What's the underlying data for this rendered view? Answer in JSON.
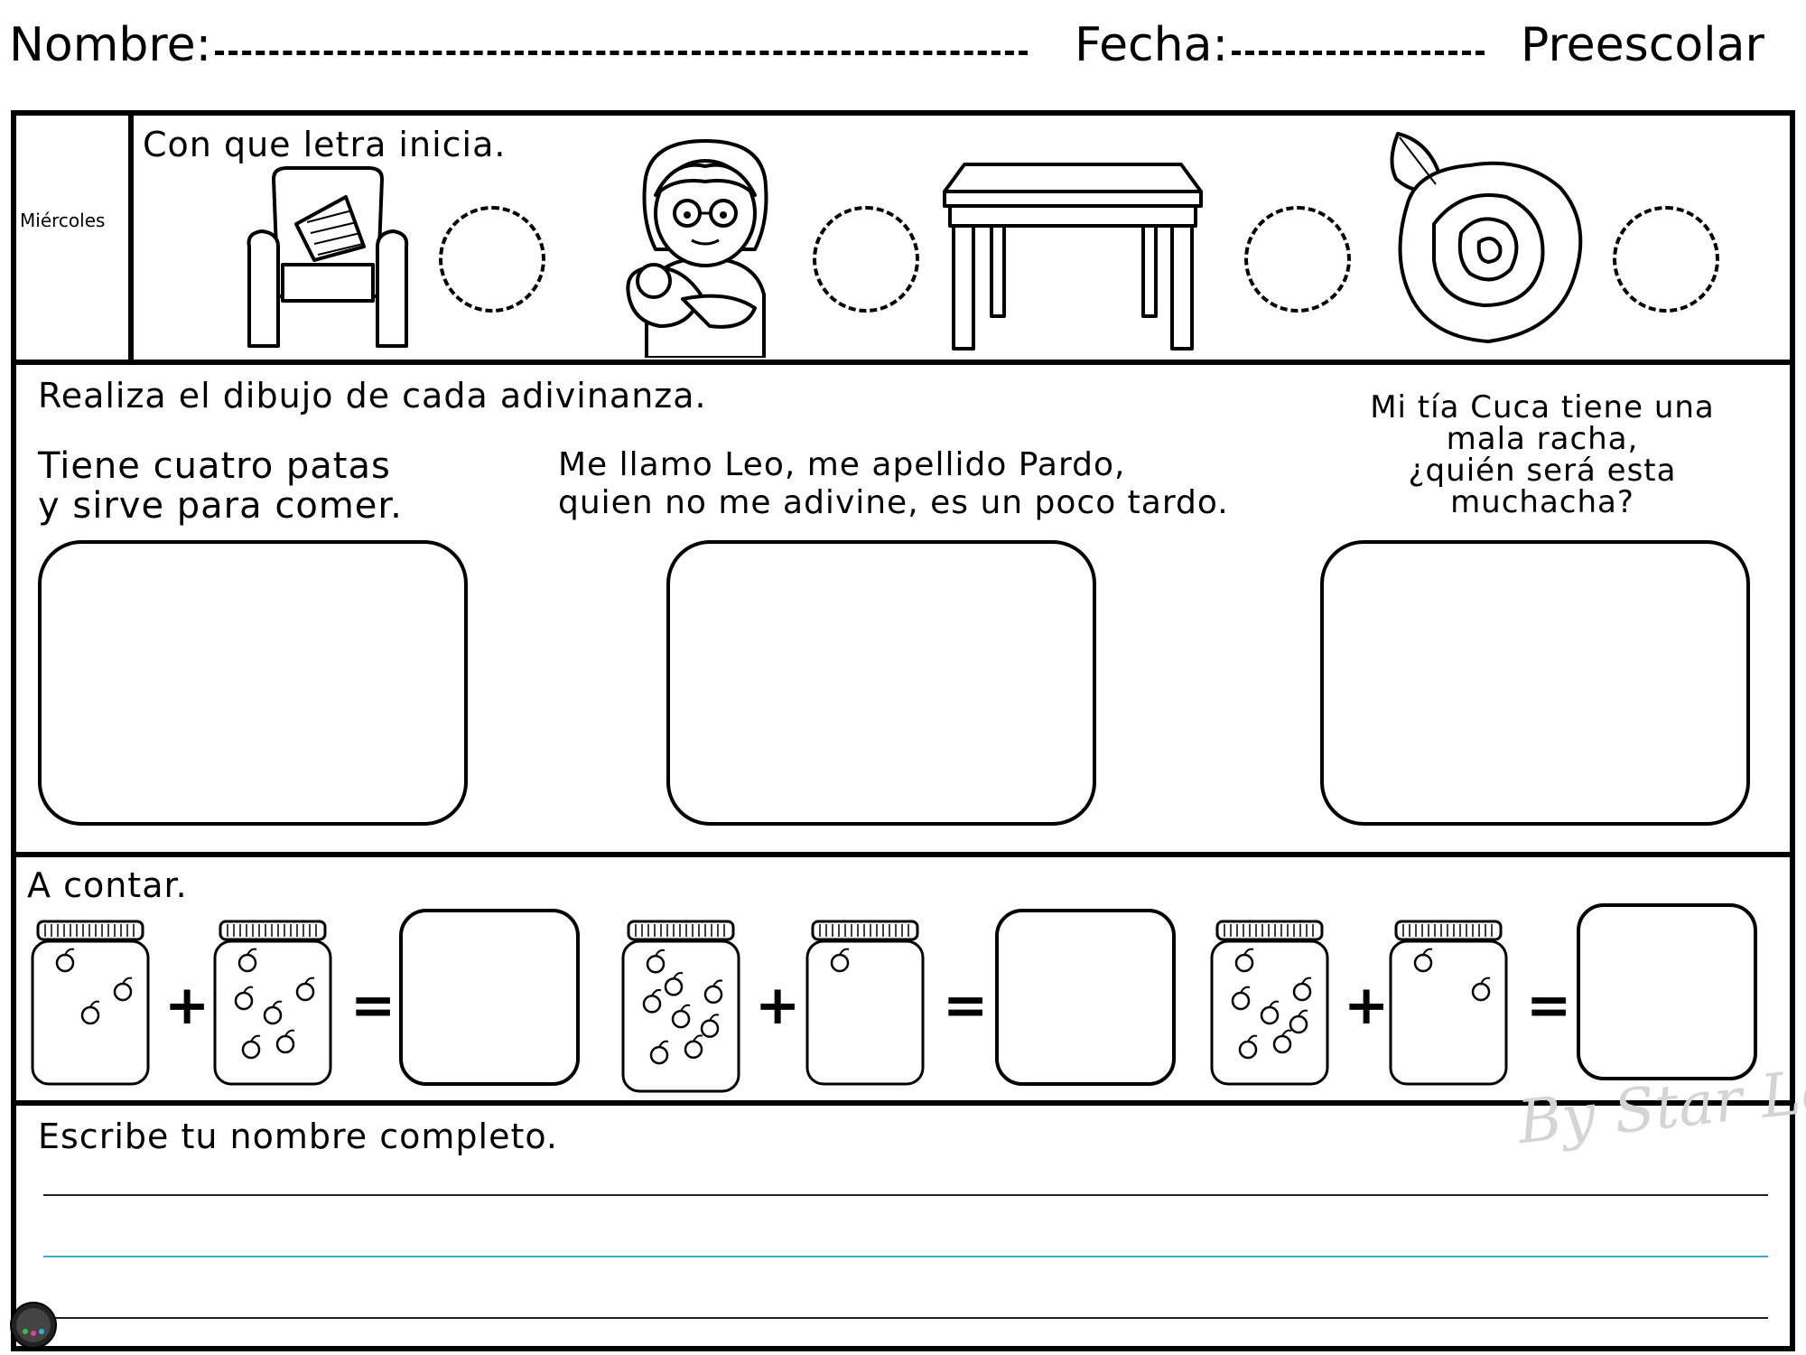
{
  "header": {
    "name_label": "Nombre:",
    "date_label": "Fecha:",
    "level": "Preescolar"
  },
  "section1": {
    "day": "Miércoles",
    "title": "Con que letra inicia.",
    "pictures": [
      {
        "icon": "armchair-icon"
      },
      {
        "icon": "grandmother-with-baby-icon"
      },
      {
        "icon": "table-icon"
      },
      {
        "icon": "rose-icon"
      }
    ]
  },
  "section2": {
    "title": "Realiza el dibujo de cada adivinanza.",
    "riddles": [
      {
        "line1": "Tiene cuatro patas",
        "line2": "y sirve para comer."
      },
      {
        "line1": "Me llamo Leo, me apellido Pardo,",
        "line2": "quien no me adivine, es un poco tardo."
      },
      {
        "line1": "Mi tía Cuca tiene una",
        "line2": "mala racha,",
        "line3": "¿quién será esta",
        "line4": "muchacha?"
      }
    ]
  },
  "section3": {
    "title": "A contar.",
    "plus": "+",
    "equals": "=",
    "problems": [
      {
        "left_count": 3,
        "right_count": 6
      },
      {
        "left_count": 8,
        "right_count": 1
      },
      {
        "left_count": 7,
        "right_count": 2
      }
    ]
  },
  "section4": {
    "title": "Escribe tu nombre completo."
  },
  "watermark": "By Star Leyva",
  "colors": {
    "guide_line": "#3aa8c9"
  }
}
